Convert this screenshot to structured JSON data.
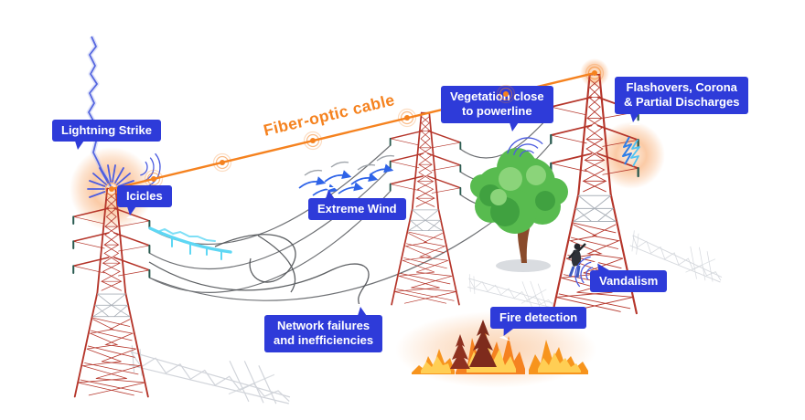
{
  "labels": {
    "lightning_strike": "Lightning Strike",
    "icicles": "Icicles",
    "fiber_optic_cable": "Fiber-optic cable",
    "extreme_wind": "Extreme Wind",
    "vegetation_line1": "Vegetation close",
    "vegetation_line2": "to powerline",
    "flashovers_line1": "Flashovers, Corona",
    "flashovers_line2": "& Partial Discharges",
    "vandalism": "Vandalism",
    "fire_detection": "Fire detection",
    "network_line1": "Network failures",
    "network_line2": "and inefficiencies"
  },
  "cable": {
    "sensor_node_count": 7
  },
  "icons": {
    "lightning-bolt-icon": "jagged blue stroke from sky to tower top",
    "lightning-burst-icon": "radial blue spikes with orange glow on left tower top",
    "icicles-icon": "cyan ice band hanging on conductor",
    "wind-arrows-icon": "blue curved gust arrows between towers",
    "sensor-node-icon": "orange dot with concentric rings on fiber cable",
    "tree-icon": "green tree close to conductors",
    "flashover-glow-icon": "orange glow with blue sparks on right tower",
    "vandal-icon": "person climbing right tower leg",
    "signal-waves-icon": "blue concentric arcs (vibration/acoustic signal)",
    "fire-icon": "flames with burnt trees and orange glow",
    "transmission-tower-icon": "red lattice pylon",
    "fallen-tower-shadow-icon": "light gray lattice shadow on ground"
  },
  "colors": {
    "label_background": "#2E3BD9",
    "label_text": "#FFFFFF",
    "cable_orange": "#F5821F",
    "tower_red": "#B5352A",
    "tower_gray": "#AAB0B8",
    "insulator_green": "#2A5B50",
    "wire_gray": "#55585C",
    "lightning_blue": "#5566E0",
    "wind_blue": "#2E63E8",
    "ice_cyan": "#5ED7F4",
    "tree_green": "#58BB4F",
    "fire_orange": "#F58220",
    "burnt_red": "#7E2B1C",
    "shadow_gray": "#C6CAD1"
  }
}
